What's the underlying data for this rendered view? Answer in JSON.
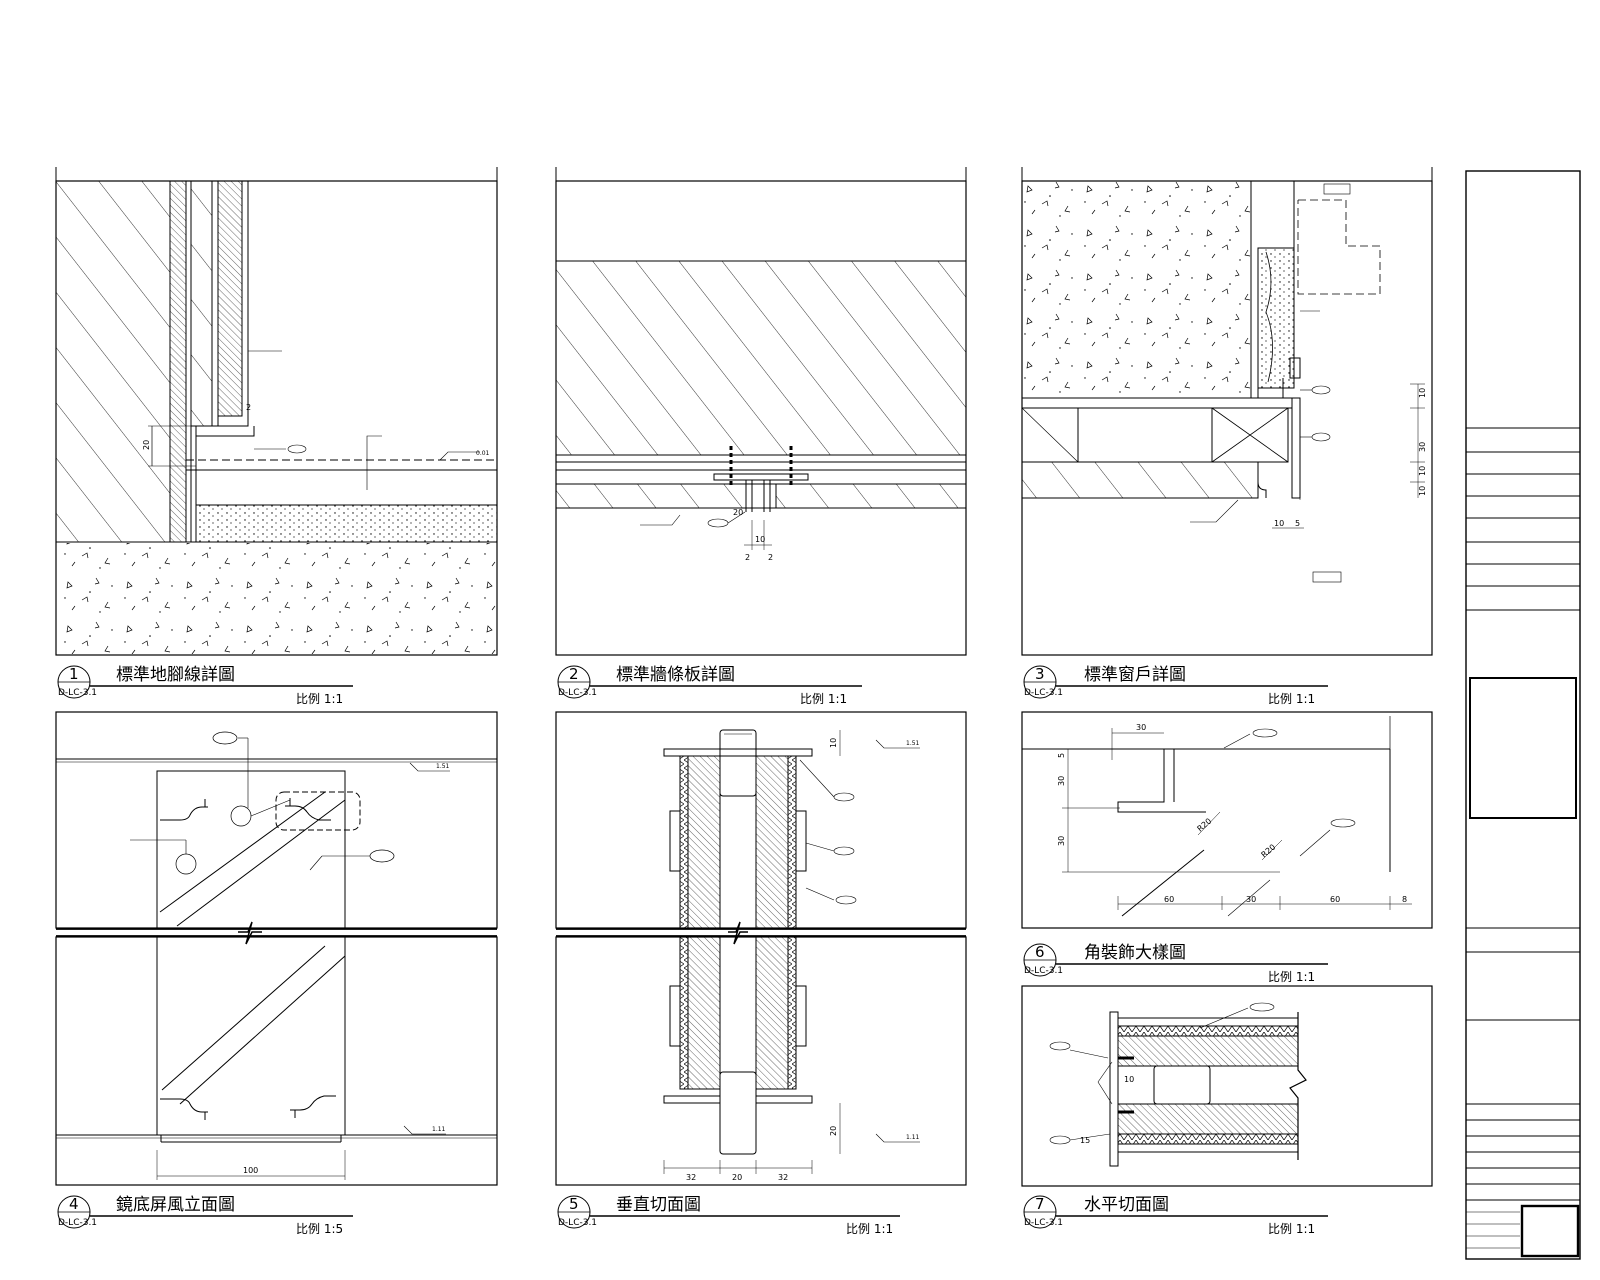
{
  "details": [
    {
      "num": "1",
      "ref": "D-LC-3.1",
      "title": "標準地腳線詳圖",
      "scale": "比例 1:1"
    },
    {
      "num": "2",
      "ref": "D-LC-3.1",
      "title": "標準牆條板詳圖",
      "scale": "比例 1:1"
    },
    {
      "num": "3",
      "ref": "D-LC-3.1",
      "title": "標準窗戶詳圖",
      "scale": "比例 1:1"
    },
    {
      "num": "4",
      "ref": "D-LC-3.1",
      "title": "鏡底屏風立面圖",
      "scale": "比例 1:5"
    },
    {
      "num": "5",
      "ref": "D-LC-3.1",
      "title": "垂直切面圖",
      "scale": "比例 1:1"
    },
    {
      "num": "6",
      "ref": "D-LC-3.1",
      "title": "角裝飾大樣圖",
      "scale": "比例 1:1"
    },
    {
      "num": "7",
      "ref": "D-LC-3.1",
      "title": "水平切面圖",
      "scale": "比例 1:1"
    }
  ],
  "dims": {
    "d1": {
      "h20": "20",
      "v2": "2"
    },
    "d2": {
      "w10": "10",
      "a": "2",
      "b": "2",
      "c": "20"
    },
    "d3": {
      "w10": "10",
      "w5": "5",
      "h10a": "10",
      "h30": "30",
      "h10b": "10",
      "h10c": "10"
    },
    "d4": {
      "w100": "100"
    },
    "d5": {
      "h10": "10",
      "h20": "20",
      "w32a": "32",
      "w20": "20",
      "w32b": "32"
    },
    "d6": {
      "w30": "30",
      "h5": "5",
      "h30a": "30",
      "h30b": "30",
      "b60a": "60",
      "b30": "30",
      "b60b": "60",
      "b8": "8",
      "r20a": "R20",
      "r20b": "R20"
    },
    "d7": {
      "h10": "10",
      "h15": "15"
    }
  },
  "levels": {
    "l1": "0.01",
    "l4a": "1.51",
    "l4b": "1.11",
    "l5a": "1.51",
    "l5b": "1.11"
  }
}
